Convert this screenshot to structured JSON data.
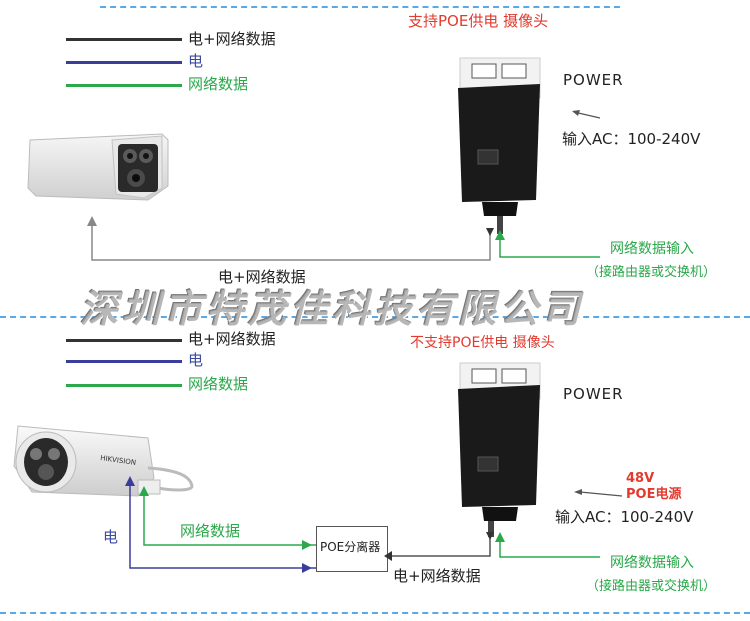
{
  "top": {
    "title": "支持POE供电 摄像头",
    "legend": [
      {
        "label": "电+网络数据",
        "color": "#333333",
        "text_color": "#222222"
      },
      {
        "label": "电",
        "color": "#3a3e9a",
        "text_color": "#3a3e9a"
      },
      {
        "label": "网络数据",
        "color": "#2aa84a",
        "text_color": "#2aa84a"
      }
    ],
    "power_label": "POWER",
    "input_ac": "输入AC：100-240V",
    "network_input": "网络数据输入",
    "network_input_sub": "（接路由器或交换机）",
    "cable_label": "电+网络数据"
  },
  "watermark": "深圳市特茂佳科技有限公司",
  "bottom": {
    "title": "不支持POE供电 摄像头",
    "legend": [
      {
        "label": "电+网络数据",
        "color": "#333333",
        "text_color": "#222222"
      },
      {
        "label": "电",
        "color": "#3a3e9a",
        "text_color": "#3a3e9a"
      },
      {
        "label": "网络数据",
        "color": "#2aa84a",
        "text_color": "#2aa84a"
      }
    ],
    "power_label": "POWER",
    "poe_voltage": "48V",
    "poe_source": "POE电源",
    "input_ac": "输入AC：100-240V",
    "splitter": "POE分离器",
    "power_line_label": "电",
    "network_line_label": "网络数据",
    "cable_label": "电+网络数据",
    "network_input": "网络数据输入",
    "network_input_sub": "（接路由器或交换机）",
    "camera_brand": "HIKVISION"
  },
  "colors": {
    "red": "#e23a2e",
    "green": "#2aa84a",
    "blue": "#3a3e9a",
    "dashed_border": "#5aa8e6"
  }
}
